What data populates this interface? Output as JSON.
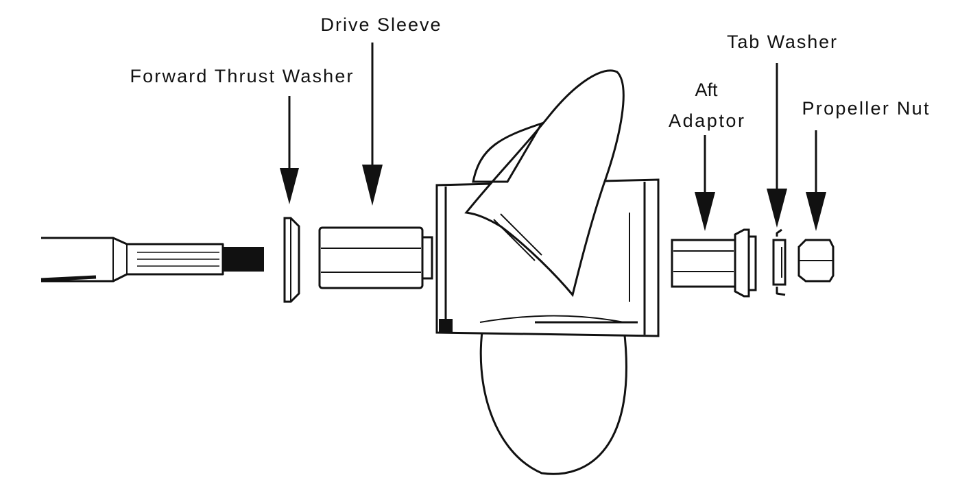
{
  "diagram": {
    "labels": {
      "forward_thrust_washer": "Forward Thrust Washer",
      "drive_sleeve": "Drive Sleeve",
      "aft_adaptor_line1": "Aft",
      "aft_adaptor_line2": "Adaptor",
      "tab_washer": "Tab Washer",
      "propeller_nut": "Propeller Nut"
    }
  }
}
